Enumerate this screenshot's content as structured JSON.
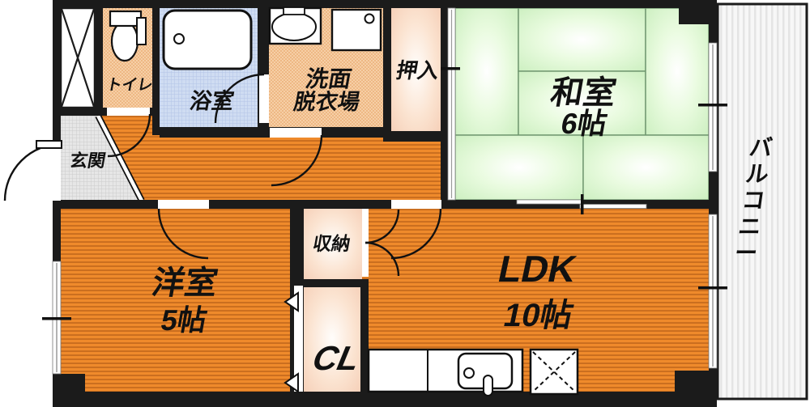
{
  "rooms": {
    "genkan": {
      "label": "玄関"
    },
    "toilet": {
      "label": "トイレ"
    },
    "bath": {
      "label": "浴室"
    },
    "washroom": {
      "line1": "洗面",
      "line2": "脱衣場"
    },
    "oshiire": {
      "label": "押入"
    },
    "washitsu": {
      "label": "和室",
      "size": "6帖"
    },
    "youshitsu": {
      "label": "洋室",
      "size": "5帖"
    },
    "ldk": {
      "label": "LDK",
      "size": "10帖"
    },
    "storage": {
      "label": "収納"
    },
    "closet": {
      "label": "CL"
    },
    "balcony": {
      "label": "バルコニー"
    }
  },
  "colors": {
    "wall": "#1b1b1b",
    "flooring": "#ef8a2b",
    "flooring_stripe": "#c96d1e",
    "tatami": "#c9eebd",
    "tatami_line": "#6e956e",
    "bathroom_tile": "#cfdcf2",
    "closet_peach": "#f5cdb5",
    "entrance_tile": "#e3e3e3",
    "balcony": "#f7f7f7",
    "wet_area_tile": "#f6cfa6",
    "label_text": "#111111"
  }
}
